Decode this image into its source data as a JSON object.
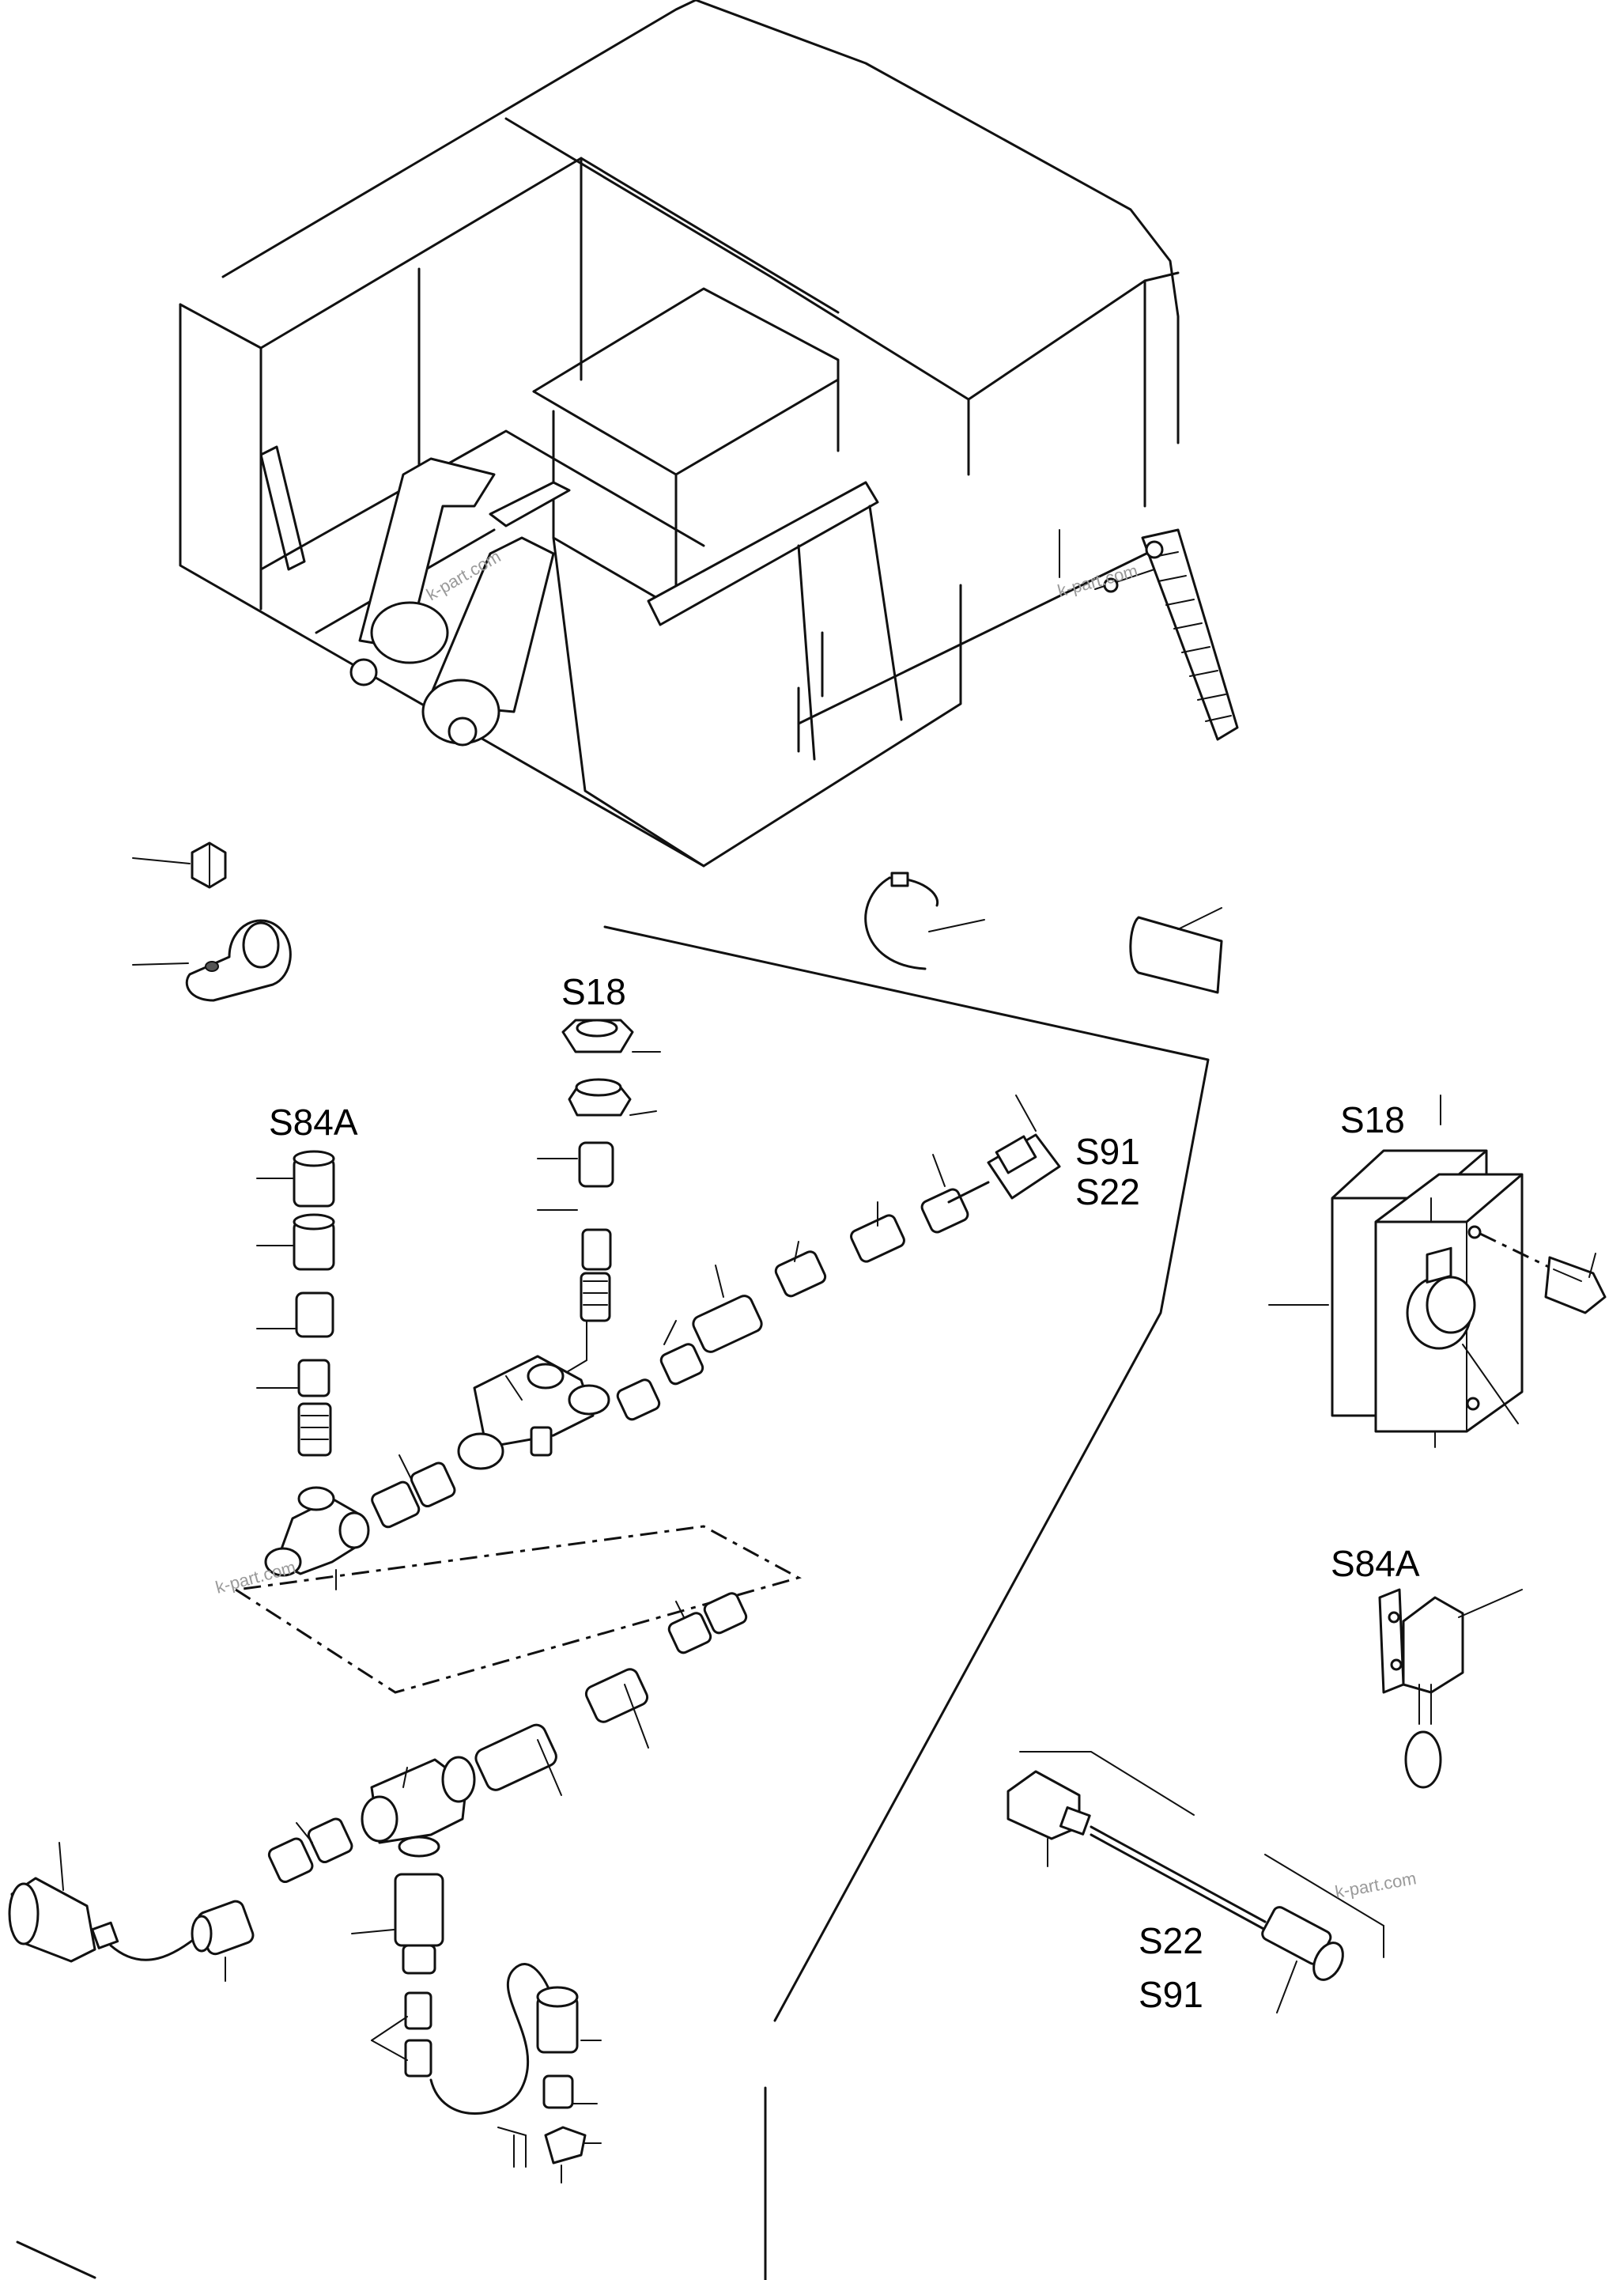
{
  "labels": {
    "s18_top": "S18",
    "s84a_left": "S84A",
    "s91_connector": "S91",
    "s22_connector": "S22",
    "s18_box": "S18",
    "s84a_switch": "S84A",
    "s22_sensor": "S22",
    "s91_sensor": "S91"
  },
  "watermark": "k-part.com"
}
